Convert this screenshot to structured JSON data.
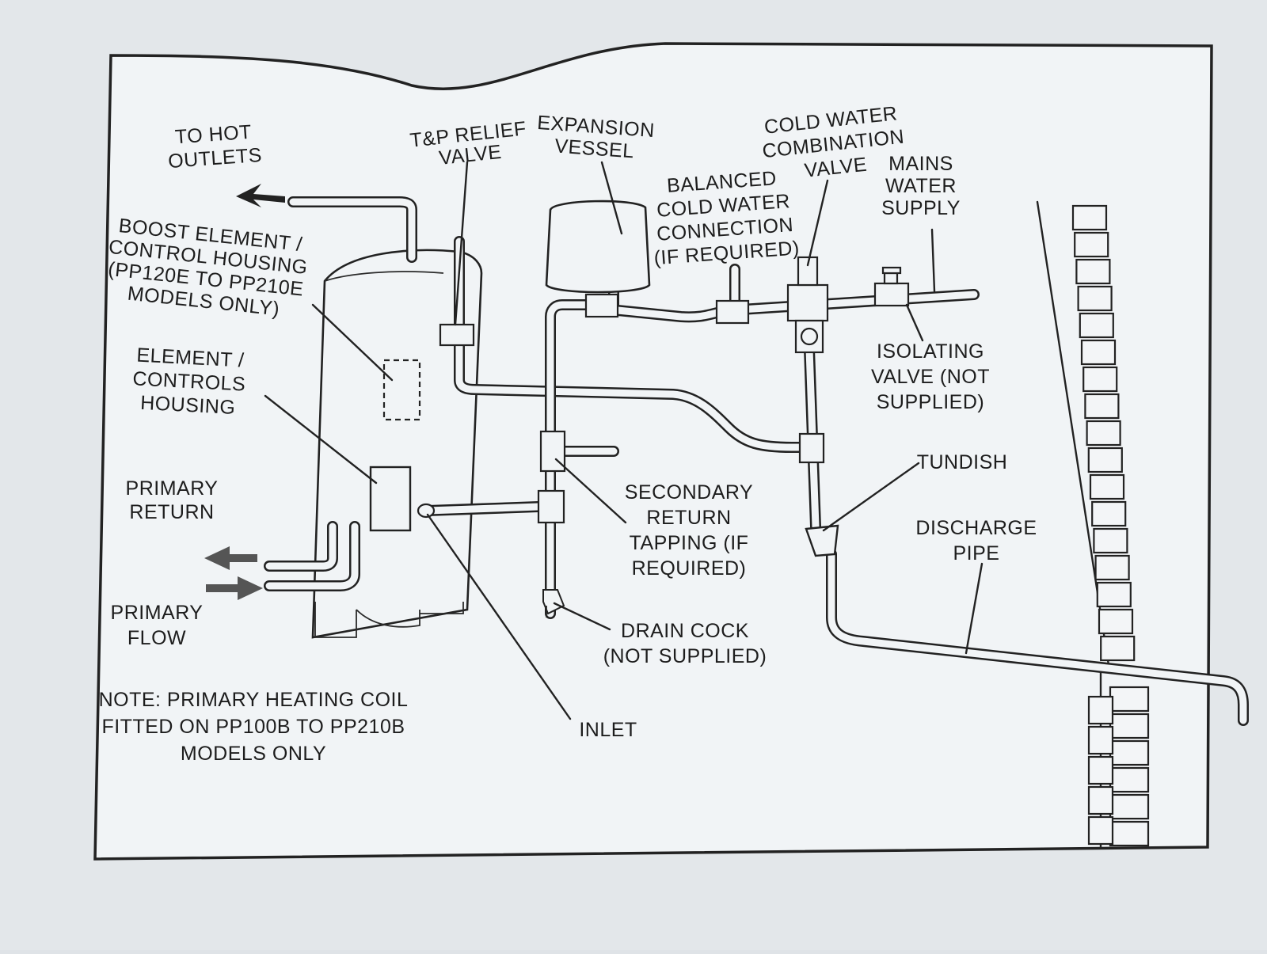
{
  "labels": {
    "to_hot_outlets": [
      "TO HOT",
      "OUTLETS"
    ],
    "tp_relief_valve": [
      "T&P RELIEF",
      "VALVE"
    ],
    "expansion_vessel": [
      "EXPANSION",
      "VESSEL"
    ],
    "cold_water_combination_valve": [
      "COLD WATER",
      "COMBINATION",
      "VALVE"
    ],
    "balanced_cold_water_connection": [
      "BALANCED",
      "COLD WATER",
      "CONNECTION",
      "(IF REQUIRED)"
    ],
    "mains_water_supply": [
      "MAINS",
      "WATER",
      "SUPPLY"
    ],
    "boost_element_control_housing": [
      "BOOST ELEMENT /",
      "CONTROL HOUSING",
      "(PP120E TO PP210E",
      "MODELS ONLY)"
    ],
    "element_controls_housing": [
      "ELEMENT /",
      "CONTROLS",
      "HOUSING"
    ],
    "isolating_valve": [
      "ISOLATING",
      "VALVE (NOT",
      "SUPPLIED)"
    ],
    "tundish": [
      "TUNDISH"
    ],
    "primary_return": [
      "PRIMARY",
      "RETURN"
    ],
    "secondary_return_tapping": [
      "SECONDARY",
      "RETURN",
      "TAPPING (IF",
      "REQUIRED)"
    ],
    "discharge_pipe": [
      "DISCHARGE",
      "PIPE"
    ],
    "primary_flow": [
      "PRIMARY",
      "FLOW"
    ],
    "drain_cock": [
      "DRAIN COCK",
      "(NOT SUPPLIED)"
    ],
    "inlet": [
      "INLET"
    ],
    "note": [
      "NOTE: PRIMARY HEATING COIL",
      "FITTED ON PP100B TO PP210B",
      "MODELS ONLY"
    ]
  },
  "colors": {
    "ink": "#222222",
    "paper": "#f1f4f6",
    "background": "#dfe3e7"
  }
}
